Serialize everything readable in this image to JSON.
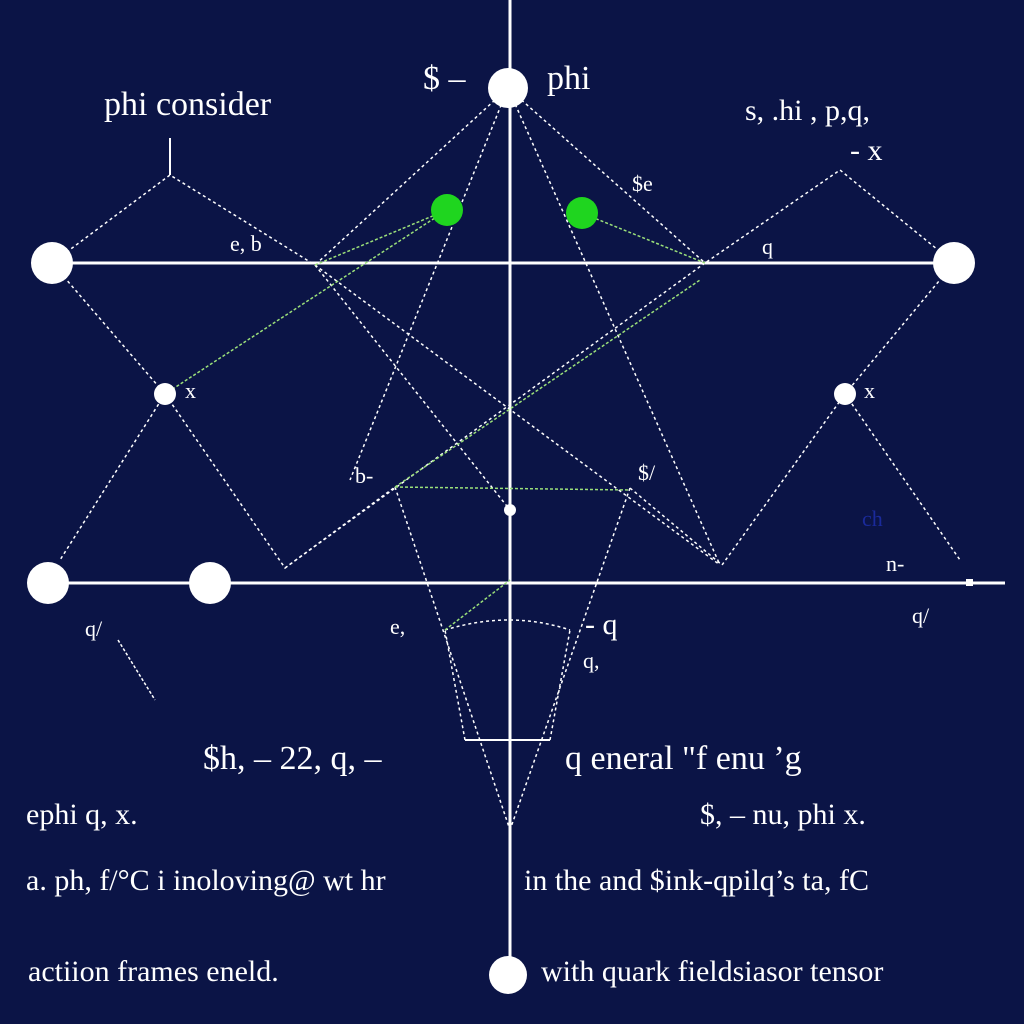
{
  "colors": {
    "background": "#0b1446",
    "line": "#ffffff",
    "green_node": "#1fd51f",
    "green_line": "#9be07a",
    "faint_label": "#1a2a9a"
  },
  "labels": {
    "top_left": "$ –",
    "top_phi": "phi",
    "phi_consider": "phi consider",
    "top_right": "s, .hi , p,q,",
    "x_top_right": "- x",
    "dollar_e": "$e",
    "e_b": "e, b",
    "q_right": "q",
    "x_left": "x",
    "x_right": "x",
    "b_center": "b-",
    "dollar_center": "$/",
    "ch": "ch",
    "n_dash": "n-",
    "q_left_lower": "q/",
    "q_right_lower": "q/",
    "e_lower": "e,",
    "q_lower": "- q",
    "q_lower2": "q,"
  },
  "text_lines": {
    "line1_left": "$h,  –  22,  q, –",
    "line1_right": "q eneral \"f enu  ’g",
    "line2_left": "ephi    q,   x.",
    "line2_right": "$,   –  nu, phi   x.",
    "line3_left": "a. ph, f/°C i inoloving@ wt hr",
    "line3_right": "in the  and  $ink-qpilq’s ta, fC",
    "line4_left": "actiion frames eneld.",
    "line4_right": "with quark fieldsiasor tensor"
  }
}
